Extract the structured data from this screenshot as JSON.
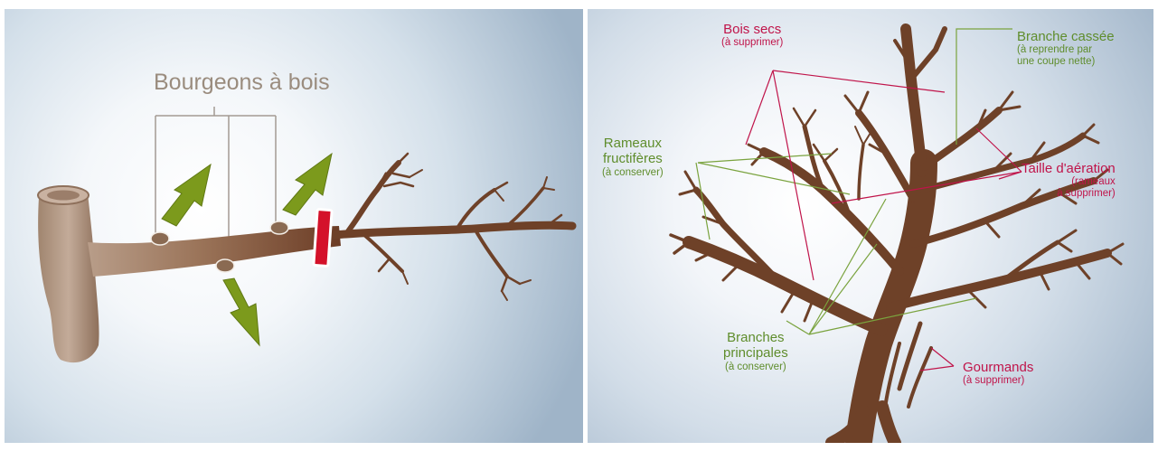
{
  "left_panel": {
    "title": "Bourgeons à bois"
  },
  "right_panel": {
    "bois_secs": {
      "title": "Bois secs",
      "note": "(à supprimer)"
    },
    "branche_cassee": {
      "title": "Branche cassée",
      "note_line1": "(à reprendre par",
      "note_line2": "une coupe nette)"
    },
    "rameaux": {
      "line1": "Rameaux",
      "line2": "fructifères",
      "note": "(à conserver)"
    },
    "taille": {
      "title": "Taille d'aération",
      "note_line1": "(rameaux",
      "note_line2": "à supprimer)"
    },
    "branches_principales": {
      "line1": "Branches",
      "line2": "principales",
      "note": "(à conserver)"
    },
    "gourmands": {
      "title": "Gourmands",
      "note": "(à supprimer)"
    }
  },
  "colors": {
    "bark_dark": "#6e4128",
    "bark_light": "#b49a86",
    "arrow_green": "#7c9a1c",
    "label_green": "#5f8d2c",
    "label_red": "#c0144a",
    "cut_marker": "#d4112a"
  }
}
